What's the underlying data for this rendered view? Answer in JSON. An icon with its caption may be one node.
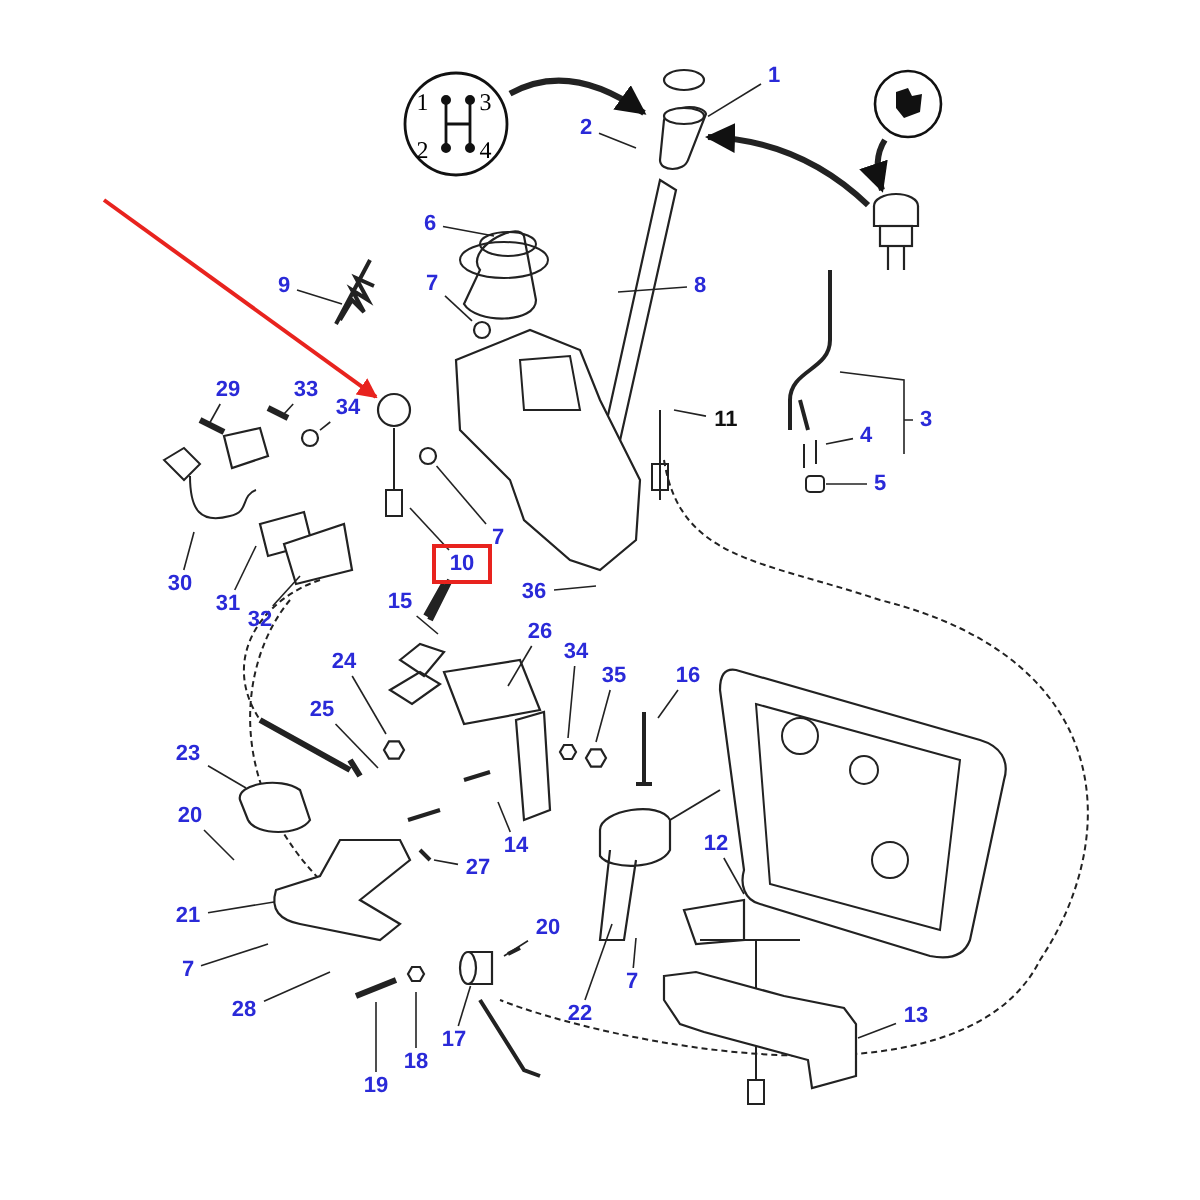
{
  "diagram": {
    "nodes": [
      {
        "text": [
          "1",
          "3",
          "2",
          "4"
        ]
      },
      {
        "text": [],
        "shape": "picture"
      },
      {
        "text": [],
        "shape": "picture"
      },
      {
        "text": [],
        "shape": "picture"
      },
      {
        "text": [],
        "shape": "circle"
      },
      {
        "text": [
          "1"
        ]
      },
      {
        "text": [
          "2"
        ]
      },
      {
        "text": [
          "6"
        ]
      },
      {
        "text": [
          "9"
        ]
      },
      {
        "text": [
          "7"
        ]
      },
      {
        "text": [
          "8"
        ]
      },
      {
        "text": [
          "29"
        ]
      },
      {
        "text": [
          "33"
        ]
      },
      {
        "text": [
          "34"
        ]
      },
      {
        "text": [
          "11"
        ]
      },
      {
        "text": [
          "3"
        ]
      },
      {
        "text": [
          "4"
        ]
      },
      {
        "text": [
          "5"
        ]
      },
      {
        "text": [
          "7"
        ]
      },
      {
        "text": [
          "10"
        ]
      },
      {
        "text": [
          "30"
        ]
      },
      {
        "text": [
          "36"
        ]
      },
      {
        "text": [
          "15"
        ]
      },
      {
        "text": [
          "31"
        ]
      },
      {
        "text": [
          "32"
        ]
      },
      {
        "text": [
          "26"
        ]
      },
      {
        "text": [
          "34"
        ]
      },
      {
        "text": [
          "24"
        ]
      },
      {
        "text": [
          "35"
        ]
      },
      {
        "text": [
          "16"
        ]
      },
      {
        "text": [
          "25"
        ]
      },
      {
        "text": [
          "23"
        ]
      },
      {
        "text": [
          "20"
        ]
      },
      {
        "text": [
          "12"
        ]
      },
      {
        "text": [
          "14"
        ]
      },
      {
        "text": [
          "27"
        ]
      },
      {
        "text": [
          "21"
        ]
      },
      {
        "text": [
          "20"
        ]
      },
      {
        "text": [
          "7"
        ]
      },
      {
        "text": [
          "28"
        ]
      },
      {
        "text": [
          "22"
        ]
      },
      {
        "text": [
          "13"
        ]
      },
      {
        "text": [
          "17"
        ]
      },
      {
        "text": [
          "18"
        ]
      },
      {
        "text": [
          "19"
        ]
      },
      {
        "text": [
          "7"
        ]
      },
      {
        "text": [],
        "shape": "circle"
      },
      {
        "text": [],
        "shape": "circle"
      },
      {
        "text": [],
        "shape": "box"
      },
      {
        "text": [],
        "shape": "circle"
      },
      {
        "text": [],
        "shape": "cylinder"
      }
    ],
    "edges": [
      {
        "from": 0,
        "to": 1,
        "arrow": "to",
        "style": "thick"
      },
      {
        "from": 2,
        "to": 3,
        "arrow": "to",
        "style": "thick"
      },
      {
        "from": 3,
        "to": 1,
        "arrow": "to",
        "style": "thick"
      },
      {
        "from": null,
        "to": 4,
        "arrow": "to",
        "color": "#e8231e"
      },
      {
        "from": 5,
        "to": 1,
        "arrow": "none"
      },
      {
        "from": 6,
        "to": null,
        "arrow": "none"
      },
      {
        "from": 7,
        "to": null,
        "arrow": "none"
      },
      {
        "from": 8,
        "to": null,
        "arrow": "none"
      },
      {
        "from": 9,
        "to": 46,
        "arrow": "none"
      },
      {
        "from": 10,
        "to": null,
        "arrow": "none"
      },
      {
        "from": 11,
        "to": null,
        "arrow": "none"
      },
      {
        "from": 12,
        "to": null,
        "arrow": "none"
      },
      {
        "from": 13,
        "to": 47,
        "arrow": "none"
      },
      {
        "from": 14,
        "to": null,
        "arrow": "none"
      },
      {
        "from": 15,
        "to": null,
        "arrow": "none"
      },
      {
        "from": 16,
        "to": null,
        "arrow": "none"
      },
      {
        "from": 17,
        "to": 48,
        "arrow": "none"
      },
      {
        "from": 18,
        "to": 49,
        "arrow": "none"
      },
      {
        "from": 19,
        "to": null,
        "arrow": "none"
      },
      {
        "from": 20,
        "to": null,
        "arrow": "none"
      },
      {
        "from": 21,
        "to": null,
        "arrow": "none"
      },
      {
        "from": 22,
        "to": null,
        "arrow": "none"
      },
      {
        "from": 23,
        "to": null,
        "arrow": "none"
      },
      {
        "from": 24,
        "to": null,
        "arrow": "none"
      },
      {
        "from": 25,
        "to": null,
        "arrow": "none"
      },
      {
        "from": 26,
        "to": null,
        "arrow": "none"
      },
      {
        "from": 27,
        "to": null,
        "arrow": "none"
      },
      {
        "from": 28,
        "to": null,
        "arrow": "none"
      },
      {
        "from": 29,
        "to": null,
        "arrow": "none"
      },
      {
        "from": 30,
        "to": null,
        "arrow": "none"
      },
      {
        "from": 31,
        "to": null,
        "arrow": "none"
      },
      {
        "from": 32,
        "to": null,
        "arrow": "none"
      },
      {
        "from": 33,
        "to": null,
        "arrow": "none"
      },
      {
        "from": 34,
        "to": null,
        "arrow": "none"
      },
      {
        "from": 35,
        "to": null,
        "arrow": "none"
      },
      {
        "from": 36,
        "to": null,
        "arrow": "none"
      },
      {
        "from": 37,
        "to": null,
        "arrow": "none"
      },
      {
        "from": 38,
        "to": null,
        "arrow": "none"
      },
      {
        "from": 39,
        "to": null,
        "arrow": "none"
      },
      {
        "from": 40,
        "to": null,
        "arrow": "none"
      },
      {
        "from": 41,
        "to": null,
        "arrow": "none"
      },
      {
        "from": 42,
        "to": 50,
        "arrow": "none"
      },
      {
        "from": 43,
        "to": null,
        "arrow": "none"
      },
      {
        "from": 44,
        "to": null,
        "arrow": "none"
      },
      {
        "from": 45,
        "to": null,
        "arrow": "none"
      }
    ]
  }
}
